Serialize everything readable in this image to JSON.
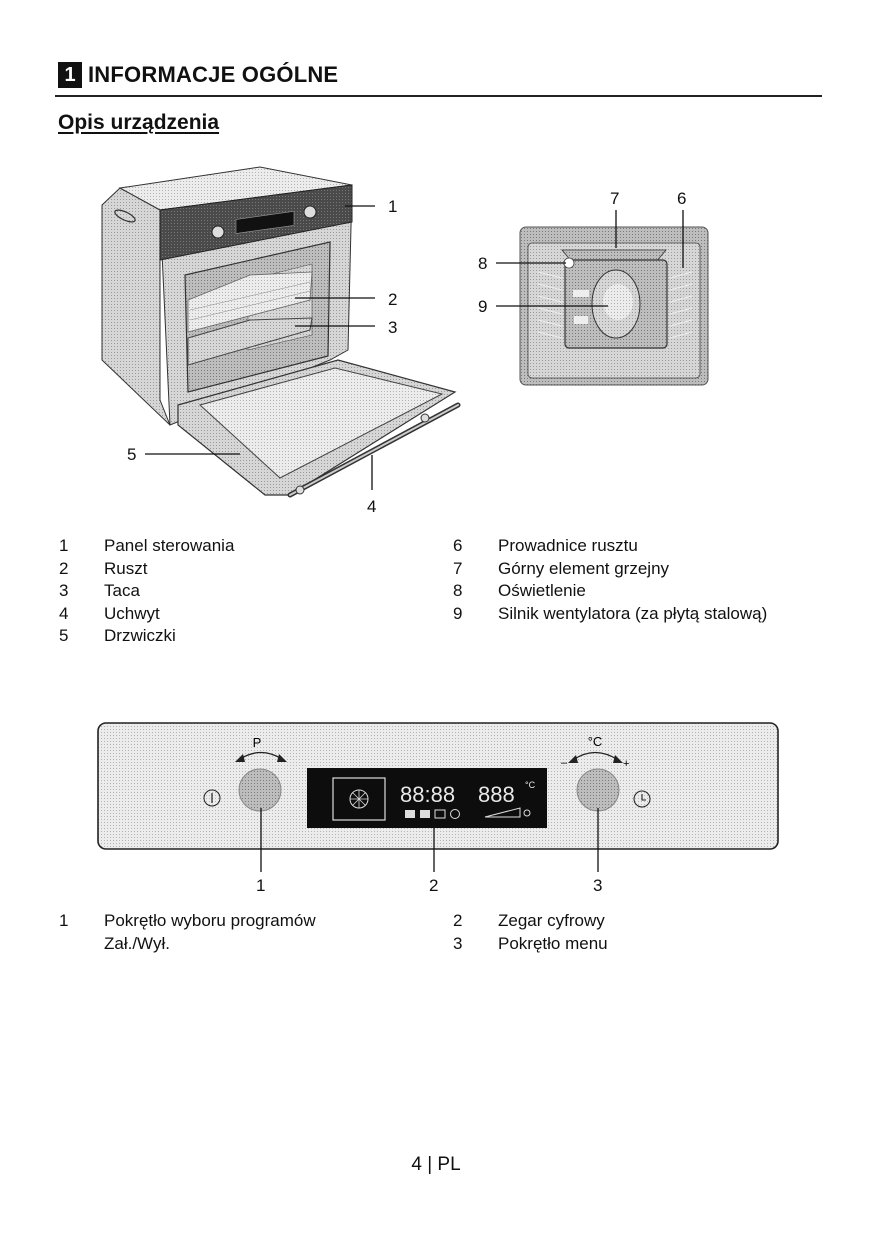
{
  "section": {
    "number": "1",
    "title": "INFORMACJE OGÓLNE"
  },
  "subtitle": "Opis urządzenia",
  "figure1": {
    "callouts": [
      "1",
      "2",
      "3",
      "4",
      "5",
      "6",
      "7",
      "8",
      "9"
    ]
  },
  "legend1": {
    "left": [
      {
        "num": "1",
        "label": "Panel sterowania"
      },
      {
        "num": "2",
        "label": "Ruszt"
      },
      {
        "num": "3",
        "label": "Taca"
      },
      {
        "num": "4",
        "label": "Uchwyt"
      },
      {
        "num": "5",
        "label": "Drzwiczki"
      }
    ],
    "right": [
      {
        "num": "6",
        "label": "Prowadnice rusztu"
      },
      {
        "num": "7",
        "label": "Górny element grzejny"
      },
      {
        "num": "8",
        "label": "Oświetlenie"
      },
      {
        "num": "9",
        "label": "Silnik wentylatora (za płytą stalową)"
      }
    ]
  },
  "control_panel": {
    "knob_left_label": "P",
    "knob_right_label": "°C",
    "knob_right_minus": "–",
    "knob_right_plus": "+",
    "display_clock": "88:88",
    "display_temp": "888",
    "display_temp_unit": "°C",
    "callouts": [
      "1",
      "2",
      "3"
    ]
  },
  "legend2": {
    "left": [
      {
        "num": "1",
        "label": "Pokrętło wyboru programów",
        "label2": "Zał./Wył."
      }
    ],
    "right": [
      {
        "num": "2",
        "label": "Zegar cyfrowy"
      },
      {
        "num": "3",
        "label": "Pokrętło menu"
      }
    ]
  },
  "footer": {
    "page": "4",
    "separator": "|",
    "lang": "PL"
  }
}
